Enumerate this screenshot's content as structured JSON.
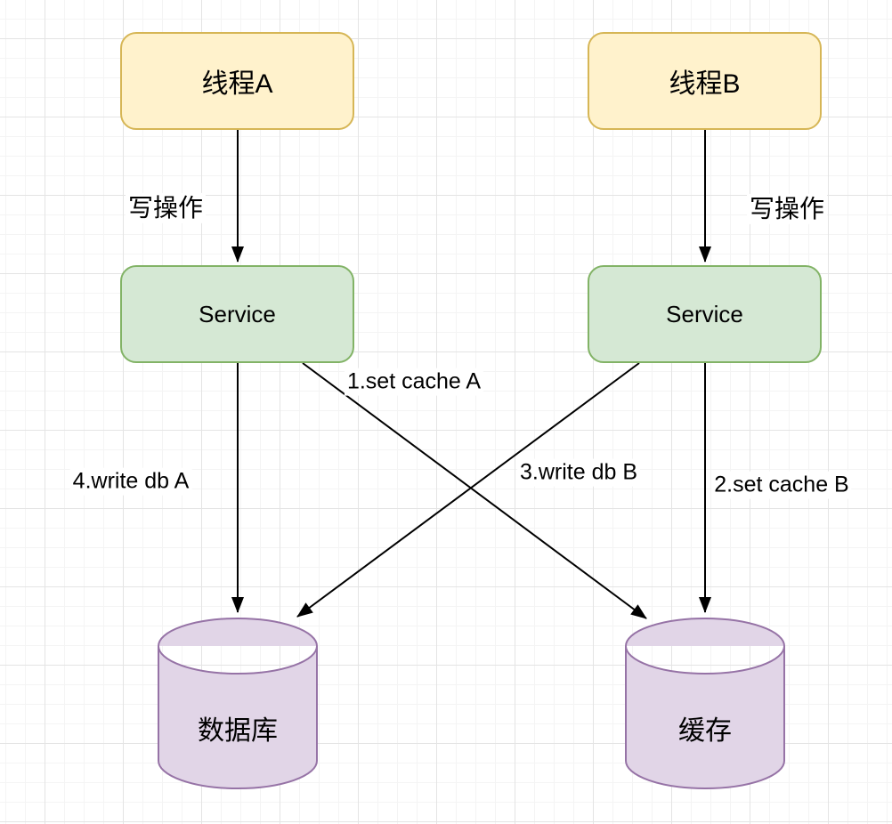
{
  "diagram": {
    "nodes": {
      "thread_a": {
        "label": "线程A",
        "shape": "rounded-rect",
        "fill": "#FFF2CC",
        "border": "#D6B656"
      },
      "thread_b": {
        "label": "线程B",
        "shape": "rounded-rect",
        "fill": "#FFF2CC",
        "border": "#D6B656"
      },
      "service_a": {
        "label": "Service",
        "shape": "rounded-rect",
        "fill": "#D5E8D4",
        "border": "#82B366"
      },
      "service_b": {
        "label": "Service",
        "shape": "rounded-rect",
        "fill": "#D5E8D4",
        "border": "#82B366"
      },
      "database": {
        "label": "数据库",
        "shape": "cylinder",
        "fill": "#E1D5E7",
        "border": "#9673A6"
      },
      "cache": {
        "label": "缓存",
        "shape": "cylinder",
        "fill": "#E1D5E7",
        "border": "#9673A6"
      }
    },
    "edges": [
      {
        "label": "写操作",
        "from": "thread_a",
        "to": "service_a"
      },
      {
        "label": "写操作",
        "from": "thread_b",
        "to": "service_b"
      },
      {
        "label": "1.set cache A",
        "from": "service_a",
        "to": "cache"
      },
      {
        "label": "2.set cache B",
        "from": "service_b",
        "to": "cache"
      },
      {
        "label": "3.write db B",
        "from": "service_b",
        "to": "database"
      },
      {
        "label": "4.write db A",
        "from": "service_a",
        "to": "database"
      }
    ],
    "colors": {
      "arrow": "#000000",
      "text": "#000000",
      "canvas_background": "#ffffff",
      "grid_minor": "#f4f4f4",
      "grid_major": "#e4e4e4"
    }
  }
}
